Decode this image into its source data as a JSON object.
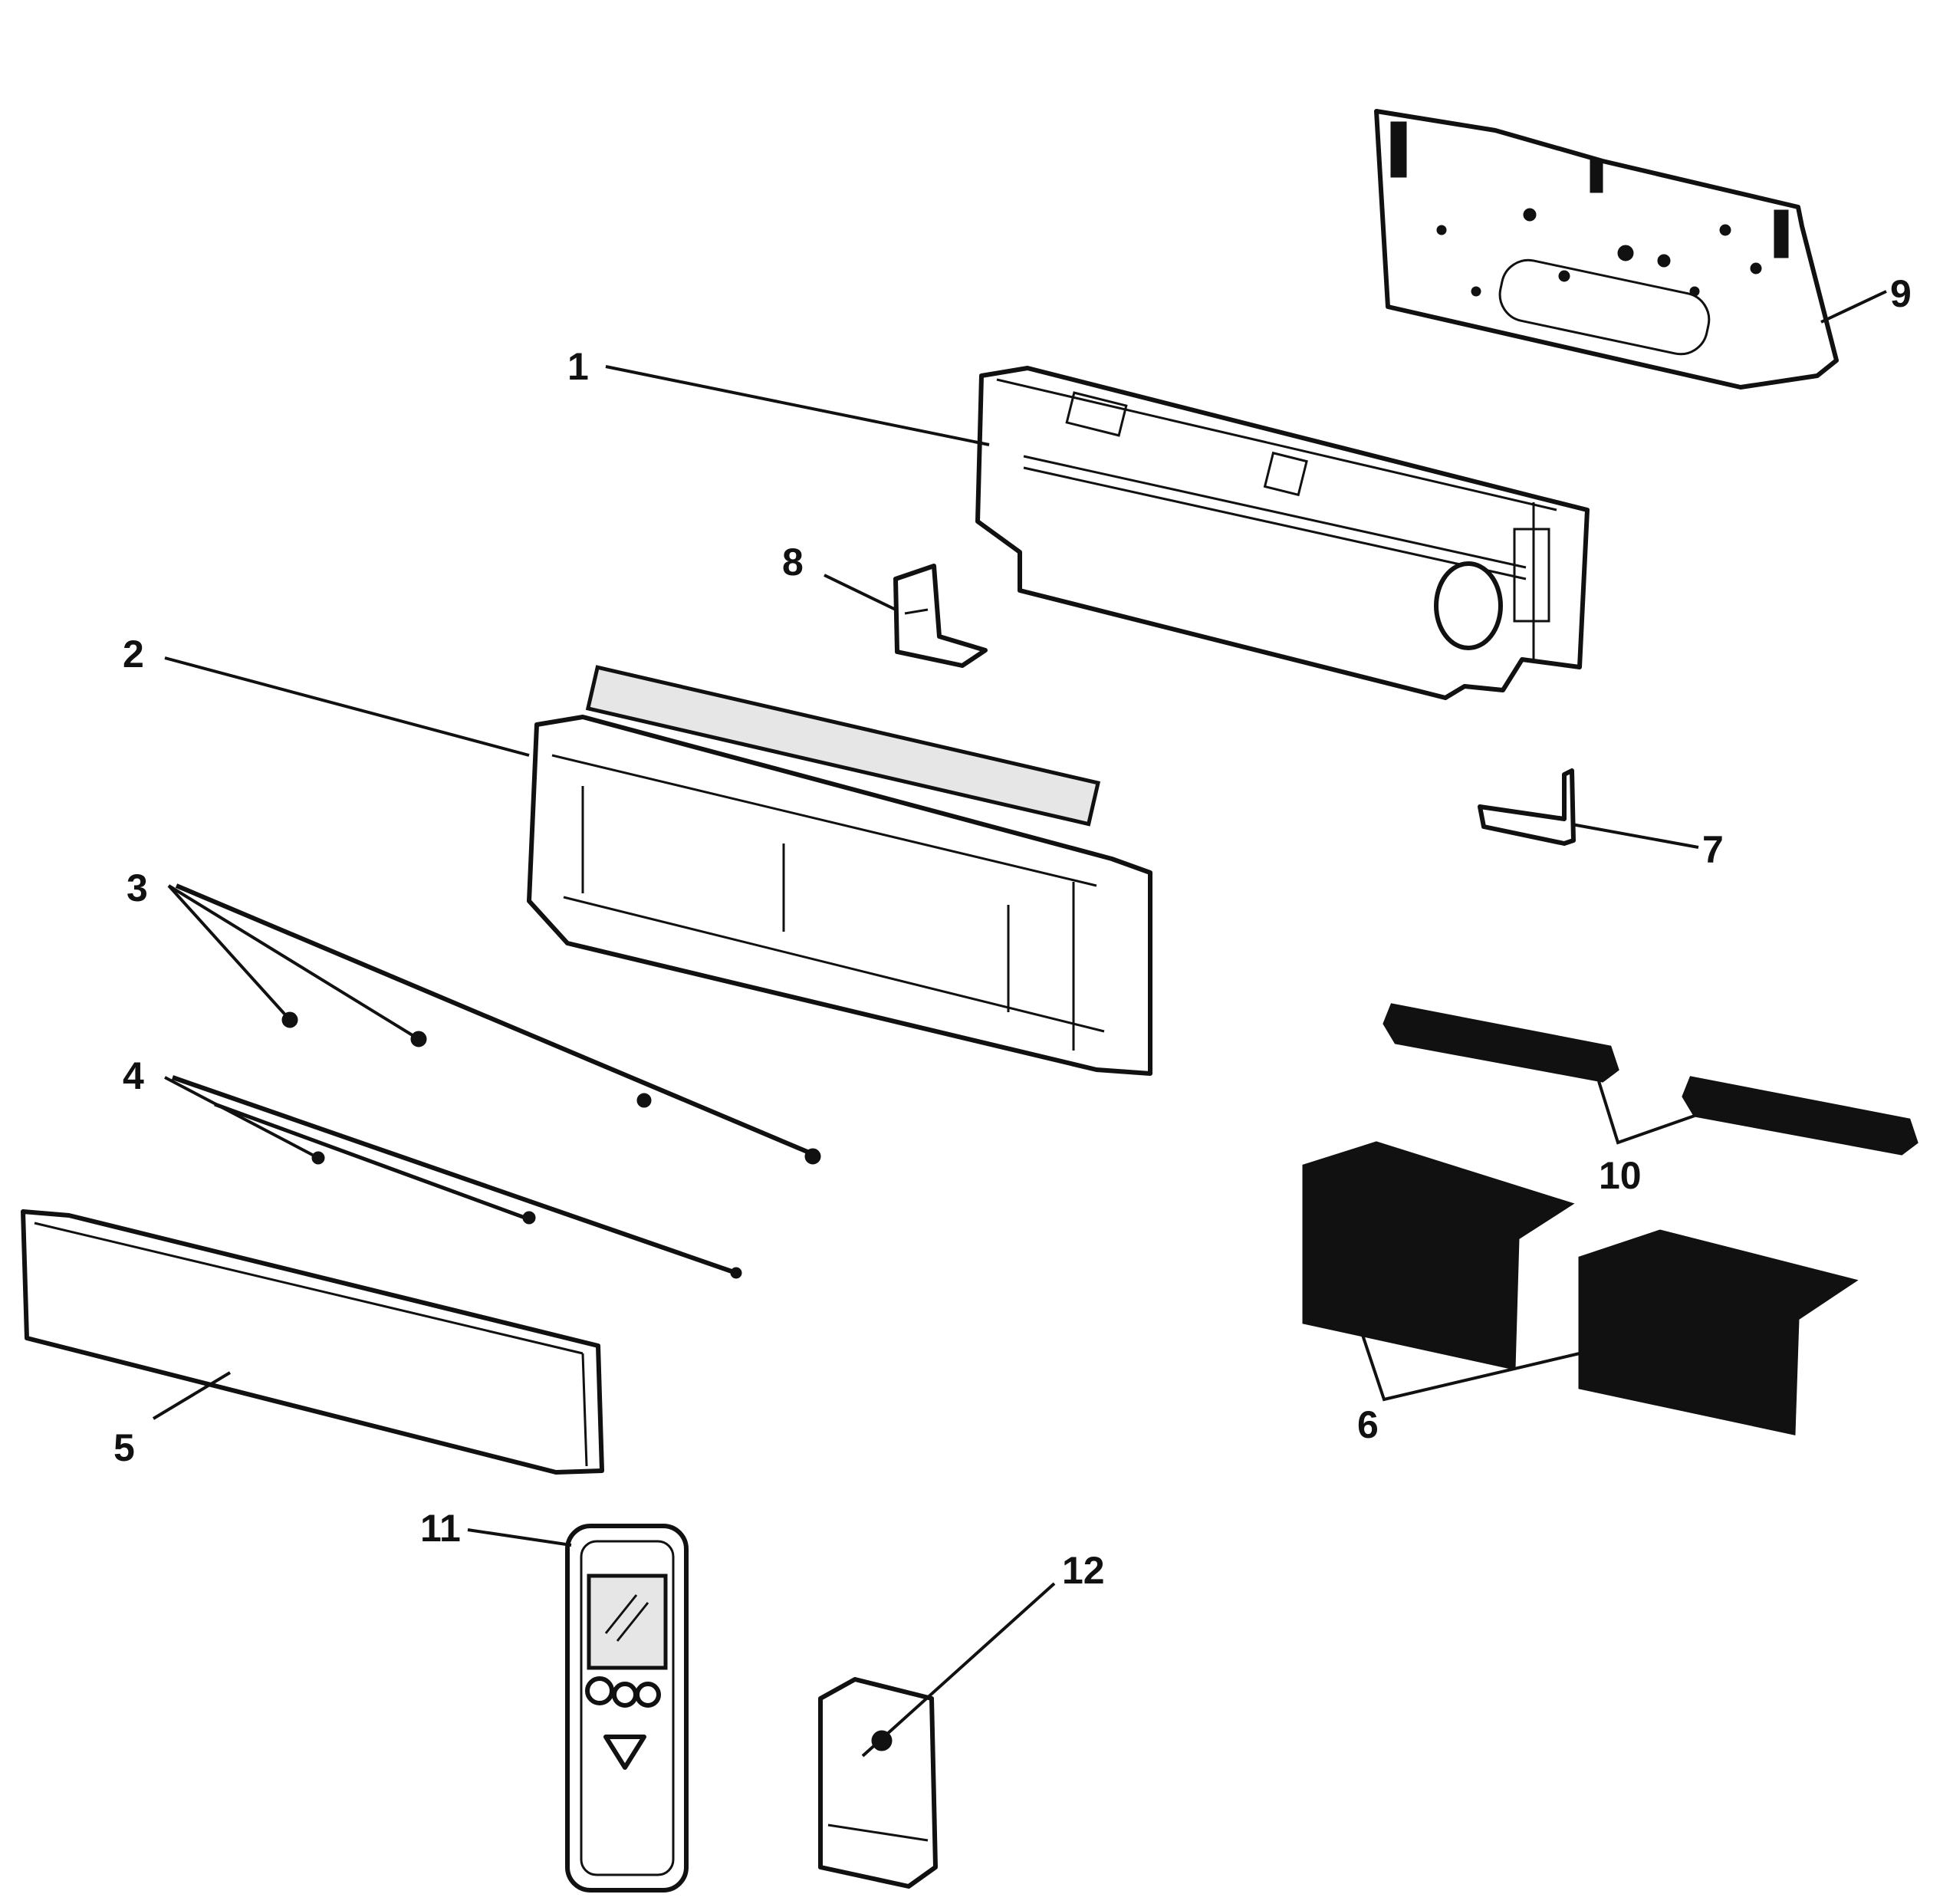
{
  "diagram": {
    "labels": {
      "l1": "1",
      "l2": "2",
      "l3": "3",
      "l4": "4",
      "l5": "5",
      "l6": "6",
      "l7": "7",
      "l8": "8",
      "l9": "9",
      "l10": "10",
      "l11": "11",
      "l12": "12"
    }
  }
}
